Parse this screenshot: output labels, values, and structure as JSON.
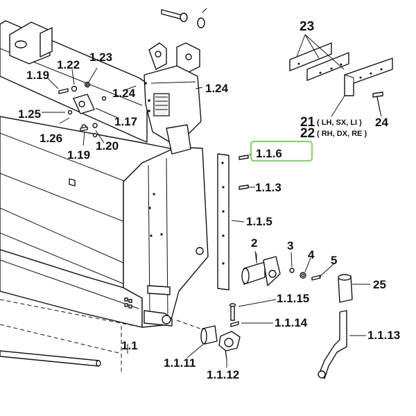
{
  "labels": {
    "p_1_1": "1.1",
    "p_1_1_3": "1.1.3",
    "p_1_1_5": "1.1.5",
    "p_1_1_6": "1.1.6",
    "p_1_1_11": "1.1.11",
    "p_1_1_12": "1.1.12",
    "p_1_1_13": "1.1.13",
    "p_1_1_14": "1.1.14",
    "p_1_1_15": "1.1.15",
    "p_1_17": "1.17",
    "p_1_19a": "1.19",
    "p_1_19b": "1.19",
    "p_1_20": "1.20",
    "p_1_22": "1.22",
    "p_1_23": "1.23",
    "p_1_24a": "1.24",
    "p_1_24b": "1.24",
    "p_1_25": "1.25",
    "p_1_26": "1.26",
    "p_2": "2",
    "p_3": "3",
    "p_4": "4",
    "p_5": "5",
    "p_21": "21",
    "p_21_note": "( LH, SX, LI )",
    "p_22": "22",
    "p_22_note": "( RH, DX, RE )",
    "p_23": "23",
    "p_24": "24",
    "p_25": "25"
  },
  "highlight": {
    "target": "1.1.6",
    "color": "#8ccf73"
  }
}
